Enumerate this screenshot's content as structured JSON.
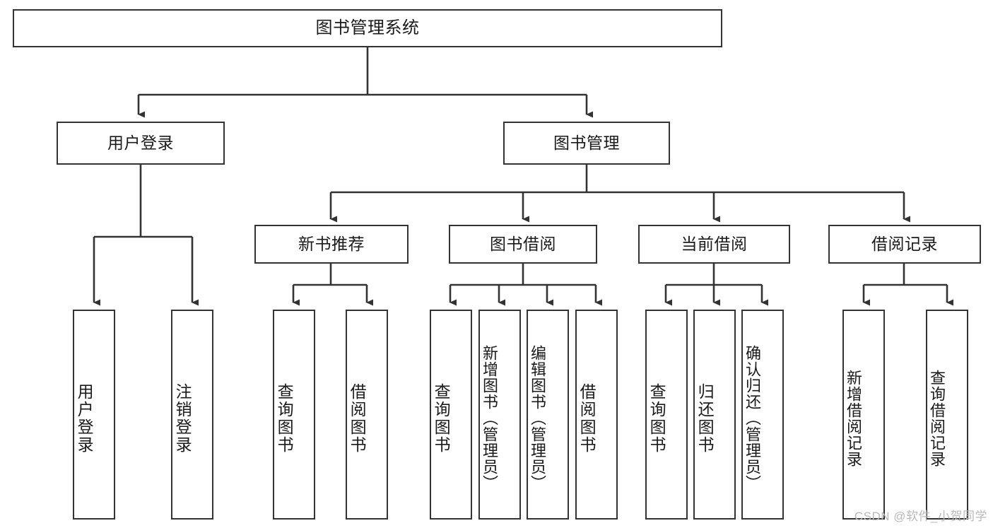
{
  "diagram": {
    "title": "图书管理系统",
    "type": "hierarchy-tree",
    "watermark": "CSDN @软件_小贺同学",
    "colors": {
      "background": "#ffffff",
      "box_border": "#333333",
      "box_fill": "#ffffff",
      "text": "#1a1a1a",
      "connector": "#333333",
      "watermark": "#b9b9b9"
    },
    "nodes": {
      "root": {
        "label": "图书管理系统"
      },
      "level1": [
        {
          "label": "用户登录"
        },
        {
          "label": "图书管理"
        }
      ],
      "level2": [
        {
          "label": "新书推荐"
        },
        {
          "label": "图书借阅"
        },
        {
          "label": "当前借阅"
        },
        {
          "label": "借阅记录"
        }
      ],
      "leaves_user_login": [
        {
          "label": "用户登录"
        },
        {
          "label": "注销登录"
        }
      ],
      "leaves_new_book": [
        {
          "label": "查询图书"
        },
        {
          "label": "借阅图书"
        }
      ],
      "leaves_borrow": [
        {
          "label": "查询图书"
        },
        {
          "label": "新增图书（管理员）"
        },
        {
          "label": "编辑图书（管理员）"
        },
        {
          "label": "借阅图书"
        }
      ],
      "leaves_current": [
        {
          "label": "查询图书"
        },
        {
          "label": "归还图书"
        },
        {
          "label": "确认归还（管理员）"
        }
      ],
      "leaves_record": [
        {
          "label": "新增借阅记录"
        },
        {
          "label": "查询借阅记录"
        }
      ]
    }
  }
}
